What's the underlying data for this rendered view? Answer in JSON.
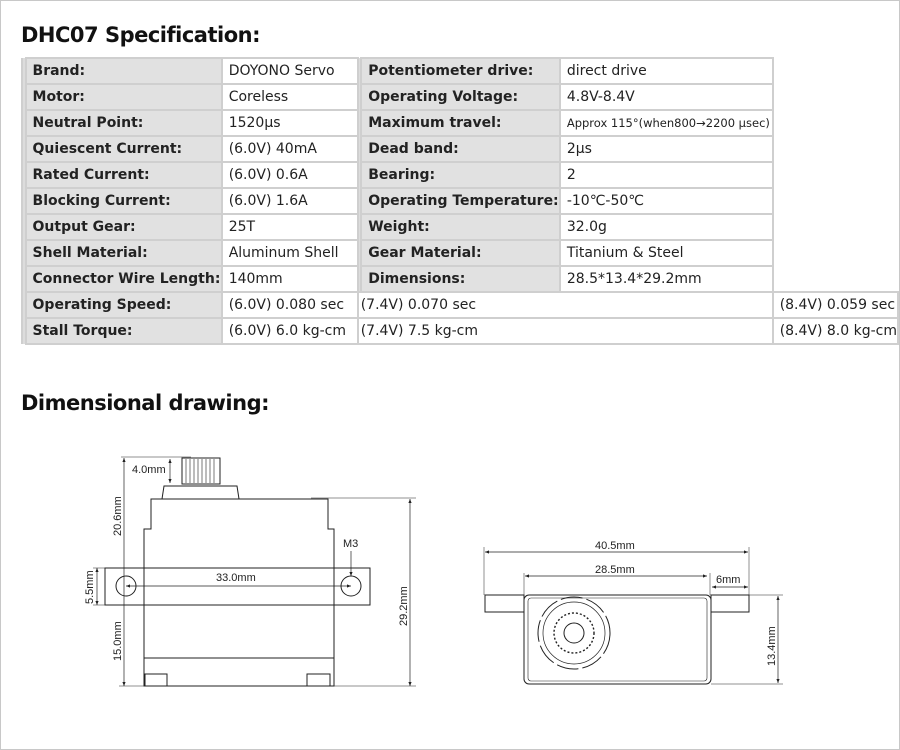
{
  "title": "DHC07 Specification:",
  "specs_left": [
    {
      "label": "Brand:",
      "value": "DOYONO Servo"
    },
    {
      "label": "Motor:",
      "value": "Coreless"
    },
    {
      "label": "Neutral Point:",
      "value": "1520μs"
    },
    {
      "label": "Quiescent Current:",
      "value": "(6.0V) 40mA"
    },
    {
      "label": "Rated Current:",
      "value": "(6.0V) 0.6A"
    },
    {
      "label": "Blocking Current:",
      "value": "(6.0V) 1.6A"
    },
    {
      "label": "Output Gear:",
      "value": "25T"
    },
    {
      "label": "Shell Material:",
      "value": "Aluminum Shell"
    },
    {
      "label": "Connector Wire Length:",
      "value": "140mm"
    }
  ],
  "specs_right": [
    {
      "label": "Potentiometer drive:",
      "value": "direct drive"
    },
    {
      "label": "Operating Voltage:",
      "value": "4.8V-8.4V"
    },
    {
      "label": "Maximum travel:",
      "value": "Approx 115°(when800→2200 μsec)"
    },
    {
      "label": "Dead band:",
      "value": "2μs"
    },
    {
      "label": "Bearing:",
      "value": "2"
    },
    {
      "label": "Operating Temperature:",
      "value": "-10℃-50℃"
    },
    {
      "label": "Weight:",
      "value": "32.0g"
    },
    {
      "label": "Gear Material:",
      "value": "Titanium & Steel"
    },
    {
      "label": "Dimensions:",
      "value": "28.5*13.4*29.2mm"
    }
  ],
  "speed": {
    "label": "Operating Speed:",
    "values": [
      "(6.0V) 0.080 sec",
      "(7.4V) 0.070 sec",
      "(8.4V) 0.059 sec"
    ]
  },
  "torque": {
    "label": "Stall Torque:",
    "values": [
      "(6.0V) 6.0 kg-cm",
      "(7.4V) 7.5 kg-cm",
      "(8.4V) 8.0 kg-cm"
    ]
  },
  "drawing_title": "Dimensional drawing:",
  "side_view": {
    "gear_height": "4.0mm",
    "upper_height": "20.6mm",
    "lower_height": "15.0mm",
    "flange_thickness": "5.5mm",
    "hole_spacing": "33.0mm",
    "total_height": "29.2mm",
    "screw": "M3"
  },
  "top_view": {
    "total_length": "40.5mm",
    "body_length": "28.5mm",
    "tab_length": "6mm",
    "width": "13.4mm"
  }
}
